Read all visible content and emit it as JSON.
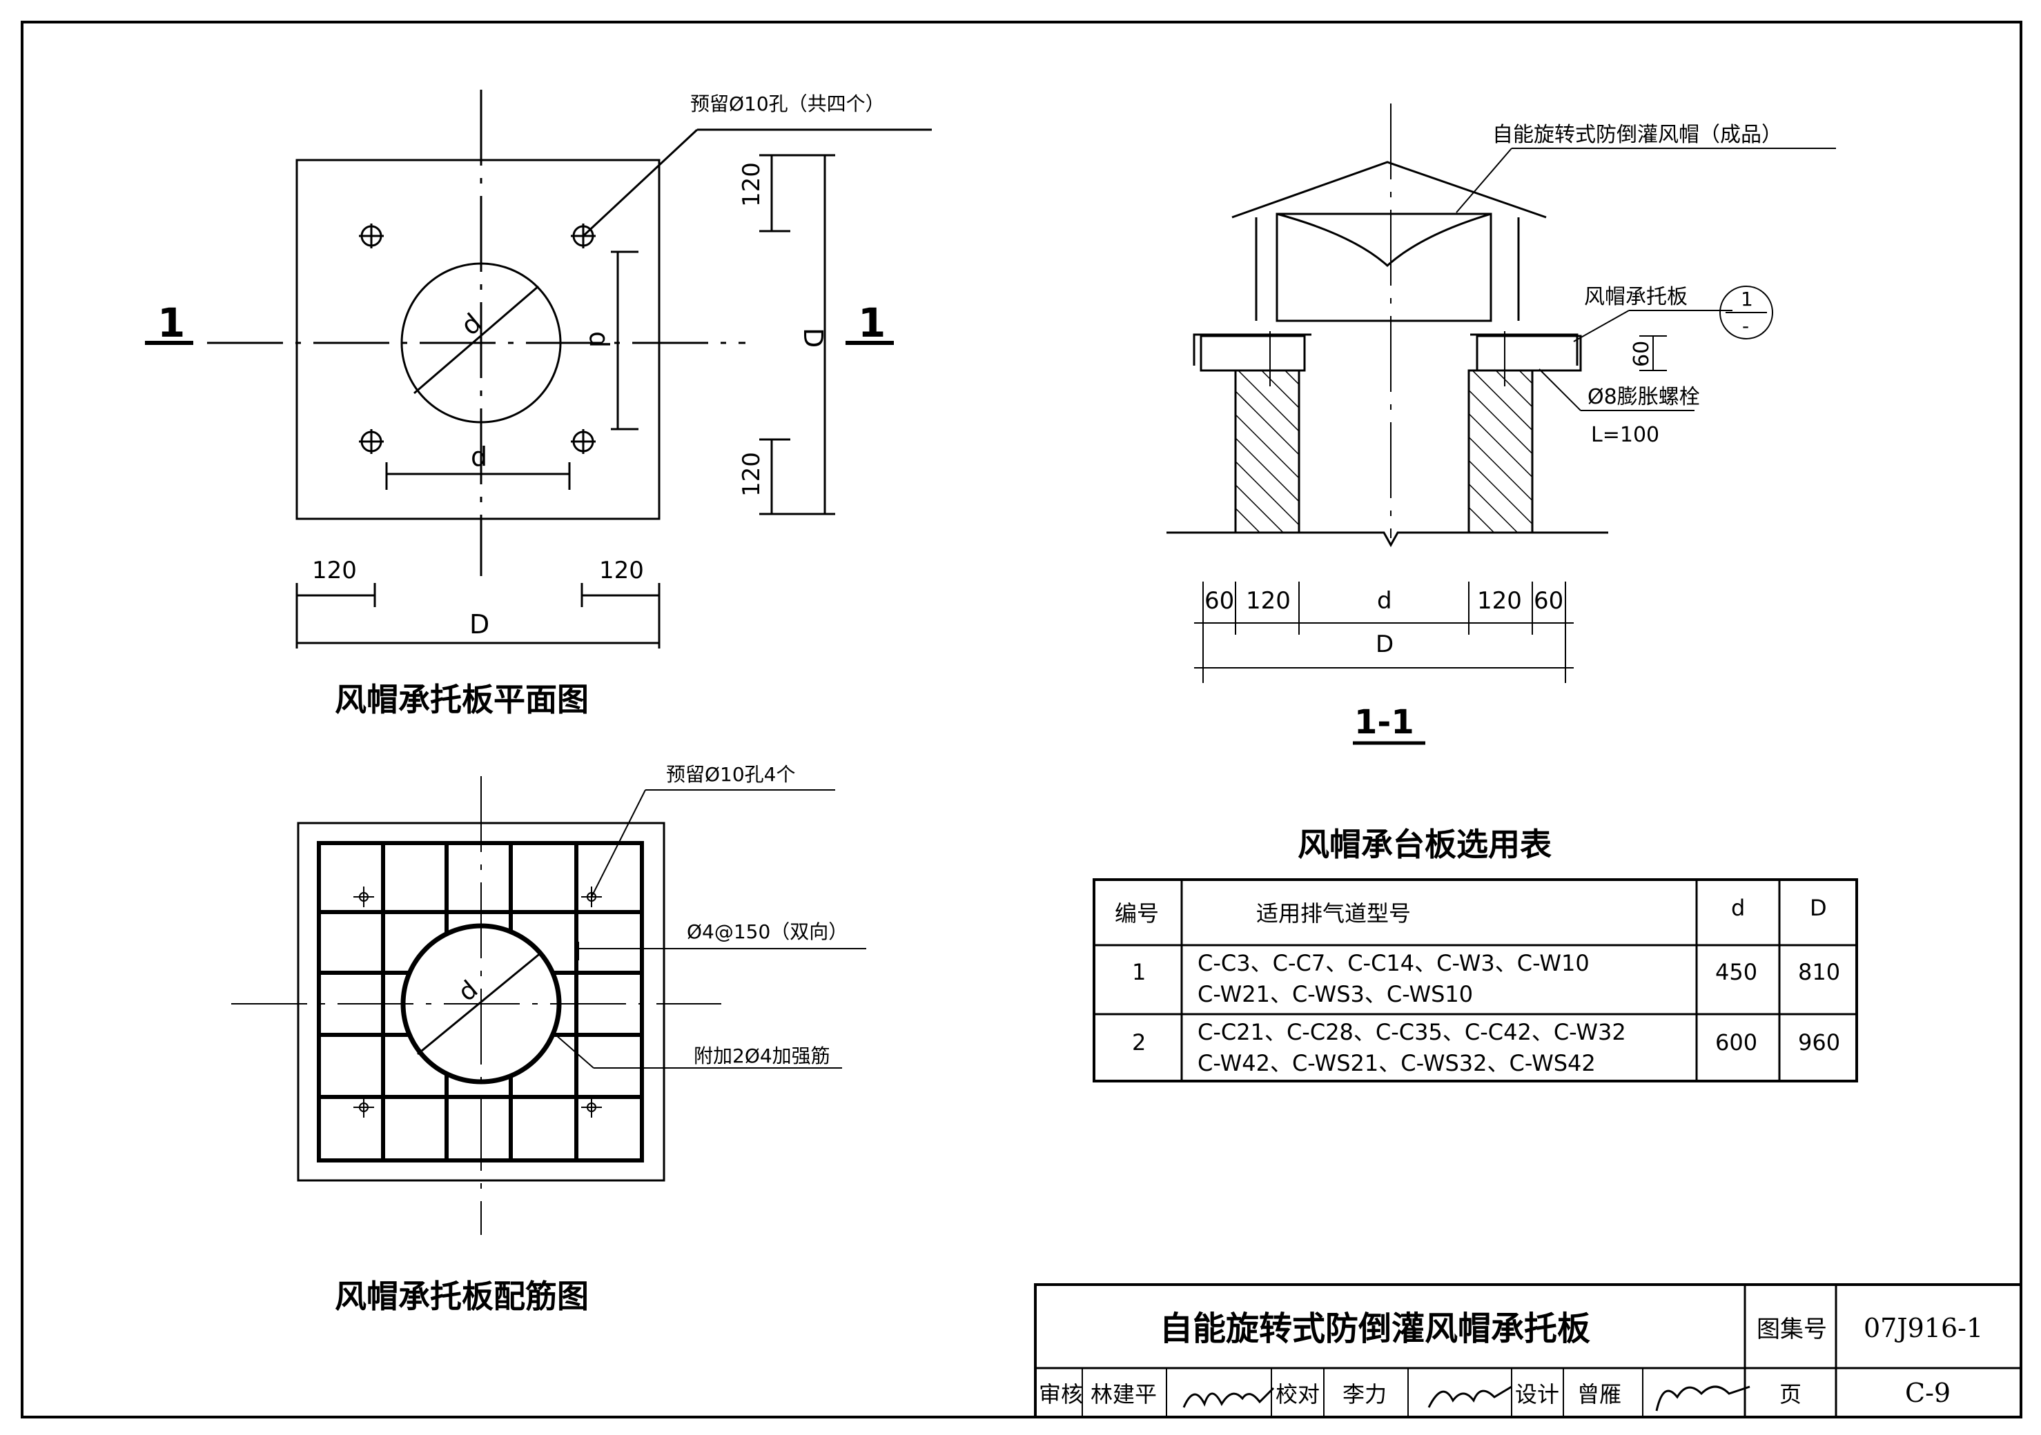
{
  "plan_view": {
    "title": "风帽承托板平面图",
    "hole_note": "预留Ø10孔（共四个）",
    "section_mark": "1",
    "label_d": "d",
    "label_D": "D",
    "dim_120": "120"
  },
  "rebar_view": {
    "title": "风帽承托板配筋图",
    "hole_note": "预留Ø10孔4个",
    "rebar_note": "Ø4@150（双向）",
    "extra_note": "附加2Ø4加强筋",
    "label_d": "d"
  },
  "section_view": {
    "title": "1-1",
    "cap_note": "自能旋转式防倒灌风帽（成品）",
    "plate_note": "风帽承托板",
    "ref_top": "1",
    "ref_bottom": "-",
    "bolt_note": "Ø8膨胀螺栓",
    "bolt_length": "L=100",
    "dim_60": "60",
    "dim_120": "120",
    "label_d": "d",
    "label_D": "D"
  },
  "selection_table": {
    "title": "风帽承台板选用表",
    "headers": [
      "编号",
      "适用排气道型号",
      "d",
      "D"
    ],
    "rows": [
      {
        "no": "1",
        "models_line1": "C-C3、C-C7、C-C14、C-W3、C-W10",
        "models_line2": "C-W21、C-WS3、C-WS10",
        "d": "450",
        "D": "810"
      },
      {
        "no": "2",
        "models_line1": "C-C21、C-C28、C-C35、C-C42、C-W32",
        "models_line2": "C-W42、C-WS21、C-WS32、C-WS42",
        "d": "600",
        "D": "960"
      }
    ]
  },
  "title_block": {
    "drawing_title": "自能旋转式防倒灌风帽承托板",
    "atlas_label": "图集号",
    "atlas_number": "07J916-1",
    "review_label": "审核",
    "reviewer": "林建平",
    "check_label": "校对",
    "checker": "李力",
    "design_label": "设计",
    "designer": "曾雁",
    "page_label": "页",
    "page_number": "C-9"
  }
}
